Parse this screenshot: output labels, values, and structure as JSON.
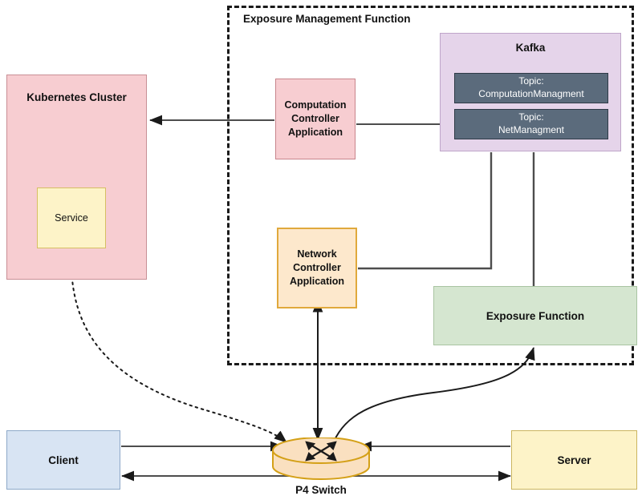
{
  "diagram": {
    "group": {
      "title": "Exposure Management Function"
    },
    "nodes": {
      "k8s_cluster": "Kubernetes Cluster",
      "service": "Service",
      "computation_controller": "Computation\nController\nApplication",
      "computation_controller_lines": [
        "Computation",
        "Controller",
        "Application"
      ],
      "network_controller_lines": [
        "Network",
        "Controller",
        "Application"
      ],
      "kafka": "Kafka",
      "topic_computation_lines": [
        "Topic:",
        "ComputationManagment"
      ],
      "topic_net_lines": [
        "Topic:",
        "NetManagment"
      ],
      "exposure_function": "Exposure Function",
      "client": "Client",
      "server": "Server",
      "p4_switch": "P4 Switch"
    },
    "colors": {
      "k8s_fill": "#f7cdd1",
      "k8s_stroke": "#c88f95",
      "service_fill": "#fdf3c8",
      "service_stroke": "#d6bf62",
      "computation_fill": "#f7cdd1",
      "computation_stroke": "#c8858c",
      "network_fill": "#fde8cc",
      "network_stroke": "#e0a93c",
      "kafka_fill": "#e5d4ea",
      "kafka_stroke": "#bfa5c9",
      "topic_fill": "#5b6b7c",
      "topic_stroke": "#2f3b47",
      "exposure_fill": "#d5e6d0",
      "exposure_stroke": "#a9c4a2",
      "client_fill": "#d8e4f3",
      "client_stroke": "#8ea9c9",
      "server_fill": "#fdf3c8",
      "server_stroke": "#cbb55f",
      "switch_fill": "#fae0c0",
      "switch_stroke": "#d4a017",
      "connector": "#4d4d4d",
      "group_border": "#1a1a1a"
    },
    "connectors": [
      {
        "name": "computation-controller-to-k8s",
        "style": "solid",
        "arrows": "end"
      },
      {
        "name": "computation-controller-to-kafka",
        "style": "solid",
        "arrows": "none"
      },
      {
        "name": "network-controller-to-kafka",
        "style": "solid",
        "arrows": "none"
      },
      {
        "name": "kafka-to-exposure-function",
        "style": "solid",
        "arrows": "none"
      },
      {
        "name": "service-to-p4-switch",
        "style": "dotted",
        "arrows": "both"
      },
      {
        "name": "network-controller-to-p4-switch",
        "style": "solid",
        "arrows": "both"
      },
      {
        "name": "p4-switch-to-exposure-function",
        "style": "solid",
        "arrows": "both"
      },
      {
        "name": "client-to-p4-switch",
        "style": "solid",
        "arrows": "end"
      },
      {
        "name": "p4-switch-to-client",
        "style": "solid",
        "arrows": "end"
      },
      {
        "name": "p4-switch-to-server",
        "style": "solid",
        "arrows": "end"
      },
      {
        "name": "server-to-p4-switch",
        "style": "solid",
        "arrows": "end"
      }
    ]
  }
}
